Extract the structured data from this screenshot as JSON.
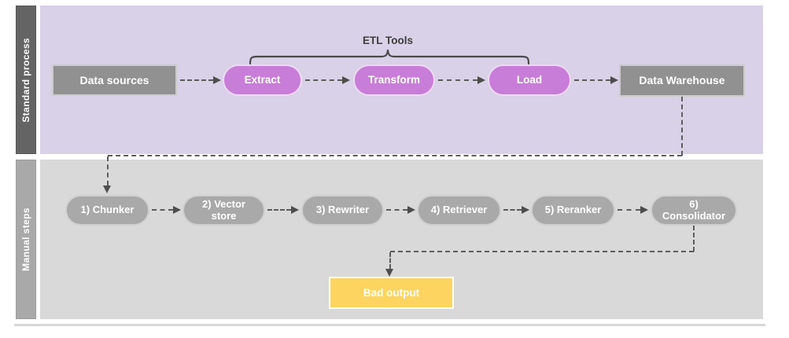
{
  "lanes": {
    "standard_process": {
      "label": "Standard process",
      "annotation": "ETL Tools",
      "nodes": {
        "data_sources": "Data sources",
        "extract": "Extract",
        "transform": "Transform",
        "load": "Load",
        "data_warehouse": "Data Warehouse"
      }
    },
    "manual_steps": {
      "label": "Manual steps",
      "steps": [
        "1) Chunker",
        "2) Vector store",
        "3) Rewriter",
        "4) Retriever",
        "5) Reranker",
        "6) Consolidator"
      ],
      "result": "Bad output"
    }
  },
  "colors": {
    "standard_lane_bg": "#d8d1e7",
    "standard_lane_header": "#646464",
    "manual_lane_bg": "#d9d9d9",
    "manual_lane_header": "#a9a9a9",
    "etl_pill": "#c87dd8",
    "gray_node": "#919191",
    "gray_pill": "#a9a9a9",
    "bad_output": "#fdd45f",
    "connector": "#5c5c5c",
    "node_text": "#ffffff"
  }
}
